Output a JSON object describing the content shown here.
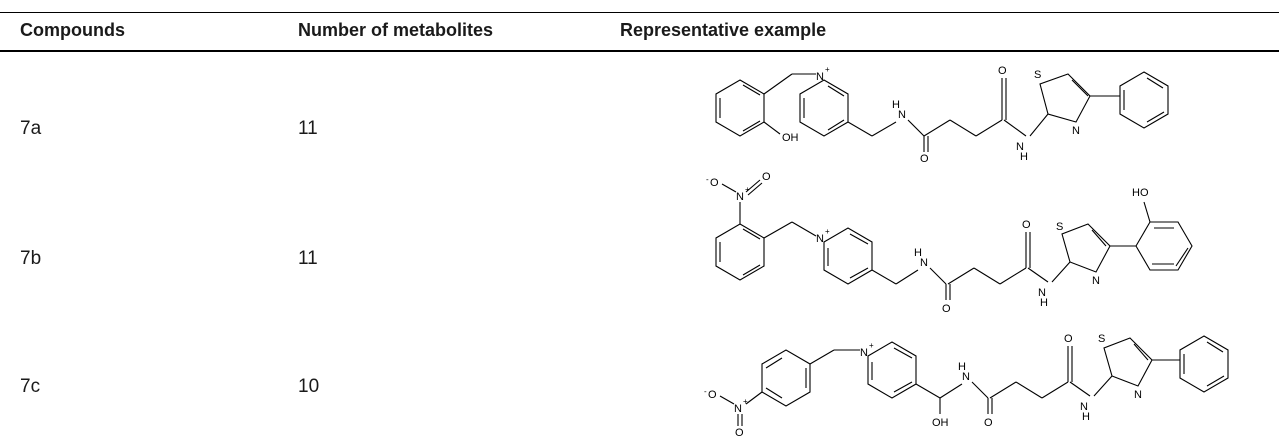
{
  "table": {
    "headers": [
      "Compounds",
      "Number of metabolites",
      "Representative example"
    ],
    "rows": [
      {
        "compound": "7a",
        "metabolites": "11"
      },
      {
        "compound": "7b",
        "metabolites": "11"
      },
      {
        "compound": "7c",
        "metabolites": "10"
      }
    ]
  },
  "atoms": {
    "n_plus": "N",
    "plus": "+",
    "o_minus": "O",
    "minus": "-",
    "nitro_o": "O",
    "nh_n": "N",
    "nh_h": "H",
    "o_carbonyl": "O",
    "s": "S",
    "n_ring": "N",
    "oh": "OH",
    "ho": "HO"
  }
}
